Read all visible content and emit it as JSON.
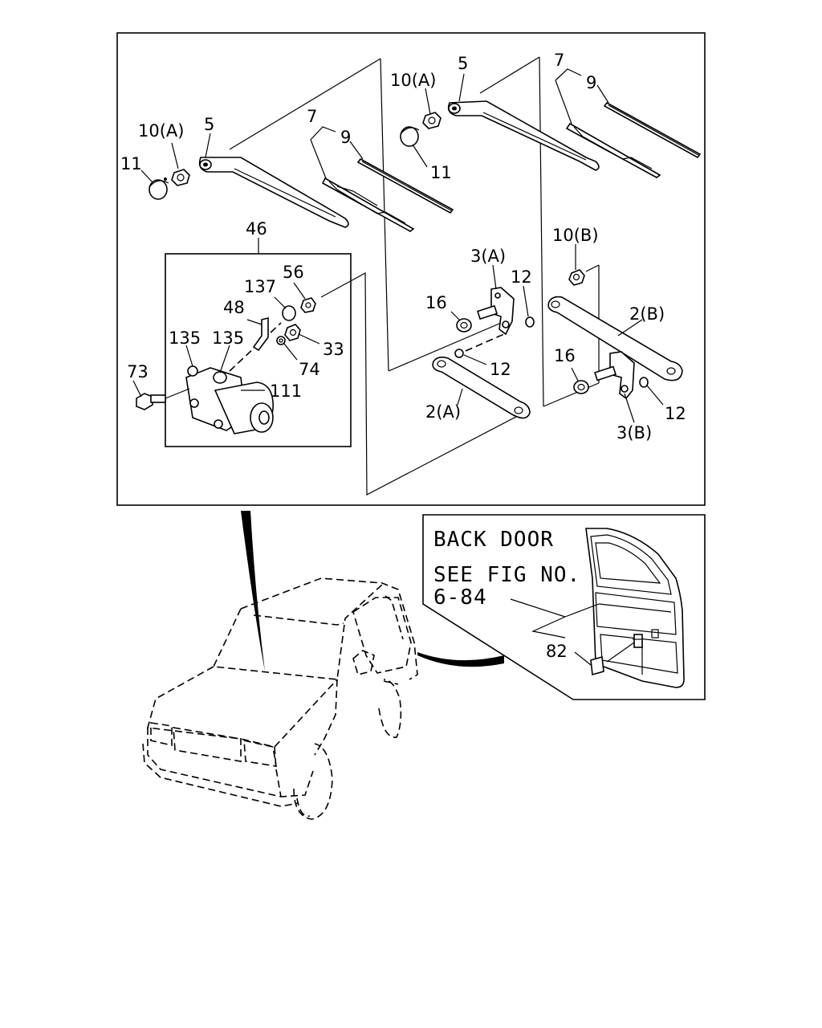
{
  "labels": {
    "p5_left": "5",
    "p5_right": "5",
    "p7_left": "7",
    "p7_right": "7",
    "p9_left": "9",
    "p9_right": "9",
    "p10a_left": "10(A)",
    "p10a_right": "10(A)",
    "p11_left": "11",
    "p11_right": "11",
    "p46": "46",
    "p56": "56",
    "p137": "137",
    "p48": "48",
    "p135a": "135",
    "p135b": "135",
    "p33": "33",
    "p74": "74",
    "p73": "73",
    "p111": "111",
    "p3a": "3(A)",
    "p12a": "12",
    "p12b": "12",
    "p12c": "12",
    "p16a": "16",
    "p16b": "16",
    "p2a": "2(A)",
    "p2b": "2(B)",
    "p10b": "10(B)",
    "p3b": "3(B)",
    "p82": "82"
  },
  "note": {
    "line1": "BACK DOOR",
    "line2": "SEE FIG NO.",
    "line3": "6-84"
  }
}
